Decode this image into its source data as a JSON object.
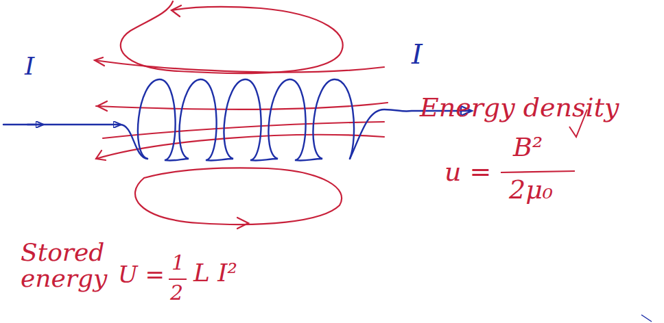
{
  "diagram": {
    "labels": [
      "I",
      "I",
      "Energy density",
      "u =",
      "B²",
      "2μ₀",
      "Stored energy",
      "U =",
      "1",
      "2",
      "L I²"
    ]
  }
}
